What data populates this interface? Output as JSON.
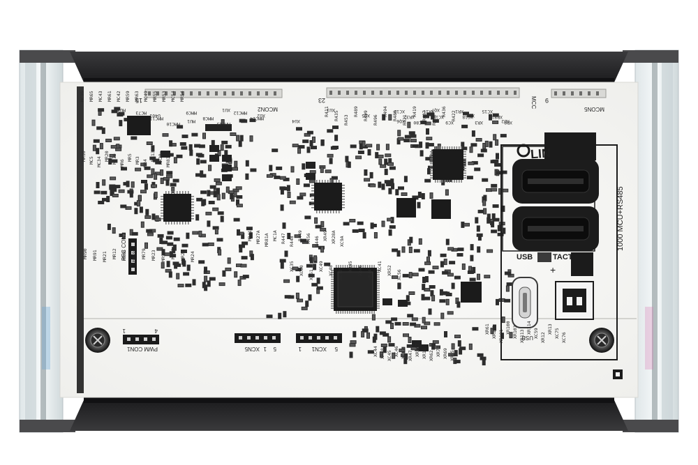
{
  "labels": {
    "brand": "LIN",
    "port_usb_upper": "USB",
    "port_tact": "TACT",
    "port_usb_lower": "USB",
    "board_model": "1000 MCU+RS485",
    "header_pwm": "PWM CON1",
    "header_pwm_pin_start": "1",
    "header_pwm_pin_end": "4",
    "header_xcn5": "XCN5",
    "header_xcn5_pin_start": "1",
    "header_xcn5_pin_end": "5",
    "header_xcn1": "XCN1",
    "header_xcn1_pin_start": "1",
    "header_xcn1_pin_end": "5",
    "header_pfc": "PFC CON1",
    "header_mcon2": "MCON2",
    "header_mcon5": "MCON5",
    "header_pin15": "15",
    "header_pin23": "23",
    "header_pin9": "9",
    "header_mcc": "MCC",
    "plus_sign": "+"
  },
  "silkscreen": {
    "row_a": [
      "MC35",
      "MR65",
      "MC43",
      "MR61",
      "MC42",
      "MR59",
      "MR63",
      "MC49",
      "MR55",
      "MR53",
      "MC54",
      "MR54"
    ],
    "row_b": [
      "MC73",
      "MMC11",
      "MMC10",
      "MMC9",
      "MMC8",
      "MMC13",
      "MMC12",
      "MMC14"
    ],
    "row_c": [
      "R411",
      "R435",
      "R453",
      "R489",
      "R499",
      "R496",
      "R494",
      "R488",
      "R421",
      "R419",
      "R437",
      "R438",
      "R436",
      "R422"
    ],
    "row_d": [
      "XC12",
      "XR32",
      "XC80",
      "XR11",
      "XC10",
      "XC9",
      "XR1",
      "XC18",
      "XR3",
      "XC15",
      "XR81",
      "XR9"
    ],
    "row_e": [
      "MR10",
      "MC5",
      "MC34",
      "MR20",
      "MC70",
      "MR6",
      "MR5",
      "MR3",
      "MR4",
      "MR13",
      "MR28",
      "MR83"
    ],
    "row_f": [
      "MR90",
      "MR91",
      "MR21",
      "MR12",
      "MR88",
      "MR89",
      "MR79",
      "MR23",
      "MR92",
      "MR93",
      "MR22",
      "MR24"
    ],
    "row_g": [
      "MR41A",
      "MR27A",
      "MR81A",
      "MC1A",
      "R447",
      "R448",
      "R449",
      "R456",
      "R446",
      "XR49",
      "XR28A",
      "XC9A"
    ],
    "row_h": [
      "XC35",
      "XC50",
      "XC51",
      "XC49",
      "XC48",
      "XC47",
      "XR45",
      "XR46",
      "XR44",
      "XC41",
      "XR52",
      "XC56"
    ],
    "row_i": [
      "XC44",
      "XR48",
      "XC45",
      "XC46",
      "XC47",
      "XR47",
      "XR117",
      "XR16",
      "XR62",
      "XR70",
      "XR69",
      "XR85"
    ],
    "row_j": [
      "XR61",
      "XR102",
      "XR101",
      "XR100",
      "XR103",
      "XR113",
      "XR114",
      "XC59",
      "XR12",
      "XR13",
      "XC75",
      "XC76"
    ],
    "ic_labels": [
      "MU3",
      "U401",
      "MU1",
      "XU1",
      "XU2",
      "XU4",
      "XU3",
      "XQ5",
      "XQ6",
      "XQ7",
      "XD1",
      "XD2"
    ]
  },
  "colors": {
    "board": "#f8f8f6",
    "case_frame": "#2b2b2d",
    "case_glass": "#e9eef0",
    "ic_body": "#1b1b1b",
    "component": "#2d2d2d",
    "background": "#ffffff"
  },
  "icons": [
    "screw-icon",
    "usb-c-port-icon",
    "jst-connector-icon",
    "corner-marker-icon"
  ]
}
